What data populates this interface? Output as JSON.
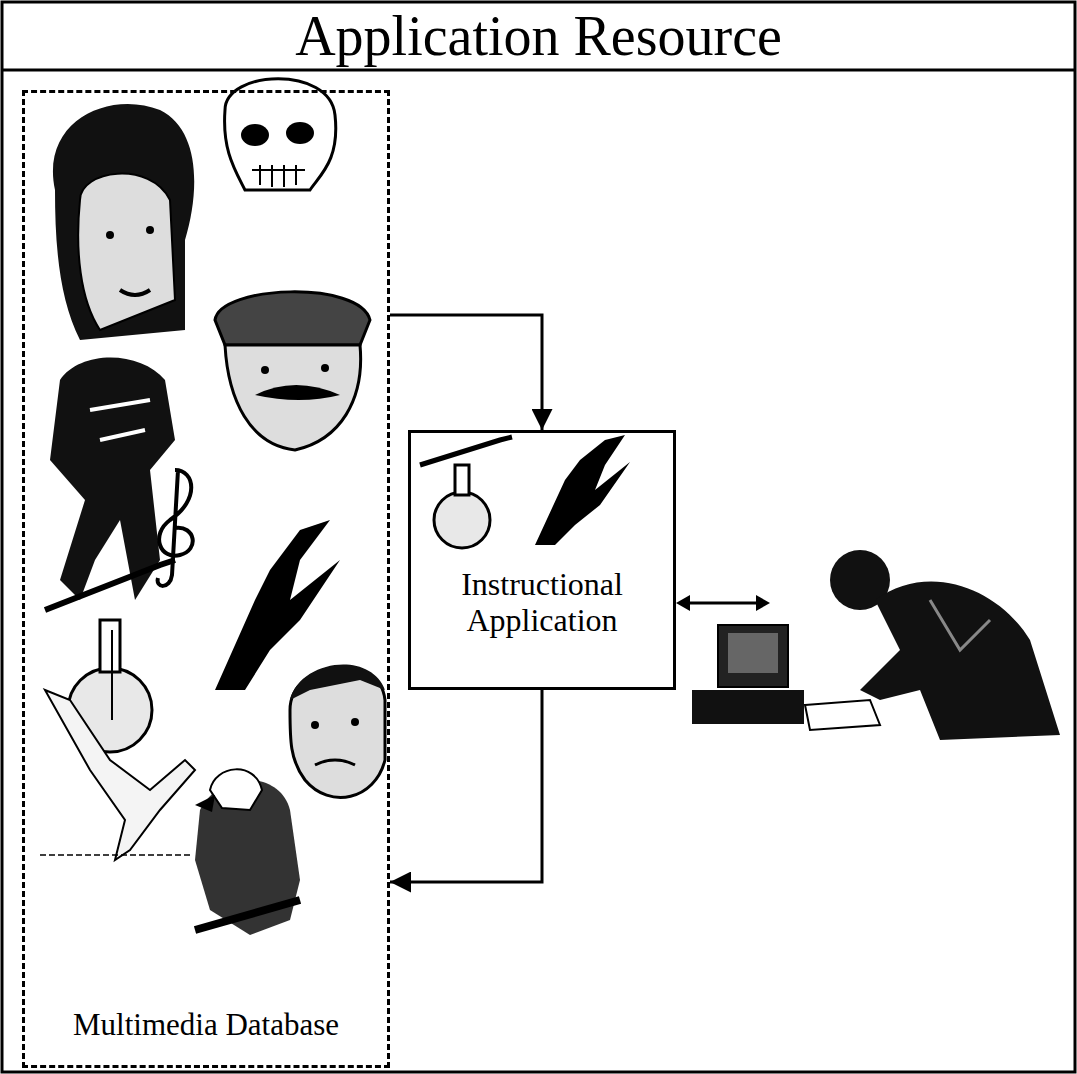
{
  "diagram": {
    "title": "Application Resource",
    "nodes": [
      {
        "text": [
          "Multimedia Database"
        ]
      },
      {
        "text": [
          "Instructional Application"
        ]
      }
    ],
    "edges": [
      {
        "from": 0,
        "to": 1,
        "arrow": "to"
      },
      {
        "from": 1,
        "to": 0,
        "arrow": "to"
      }
    ]
  }
}
